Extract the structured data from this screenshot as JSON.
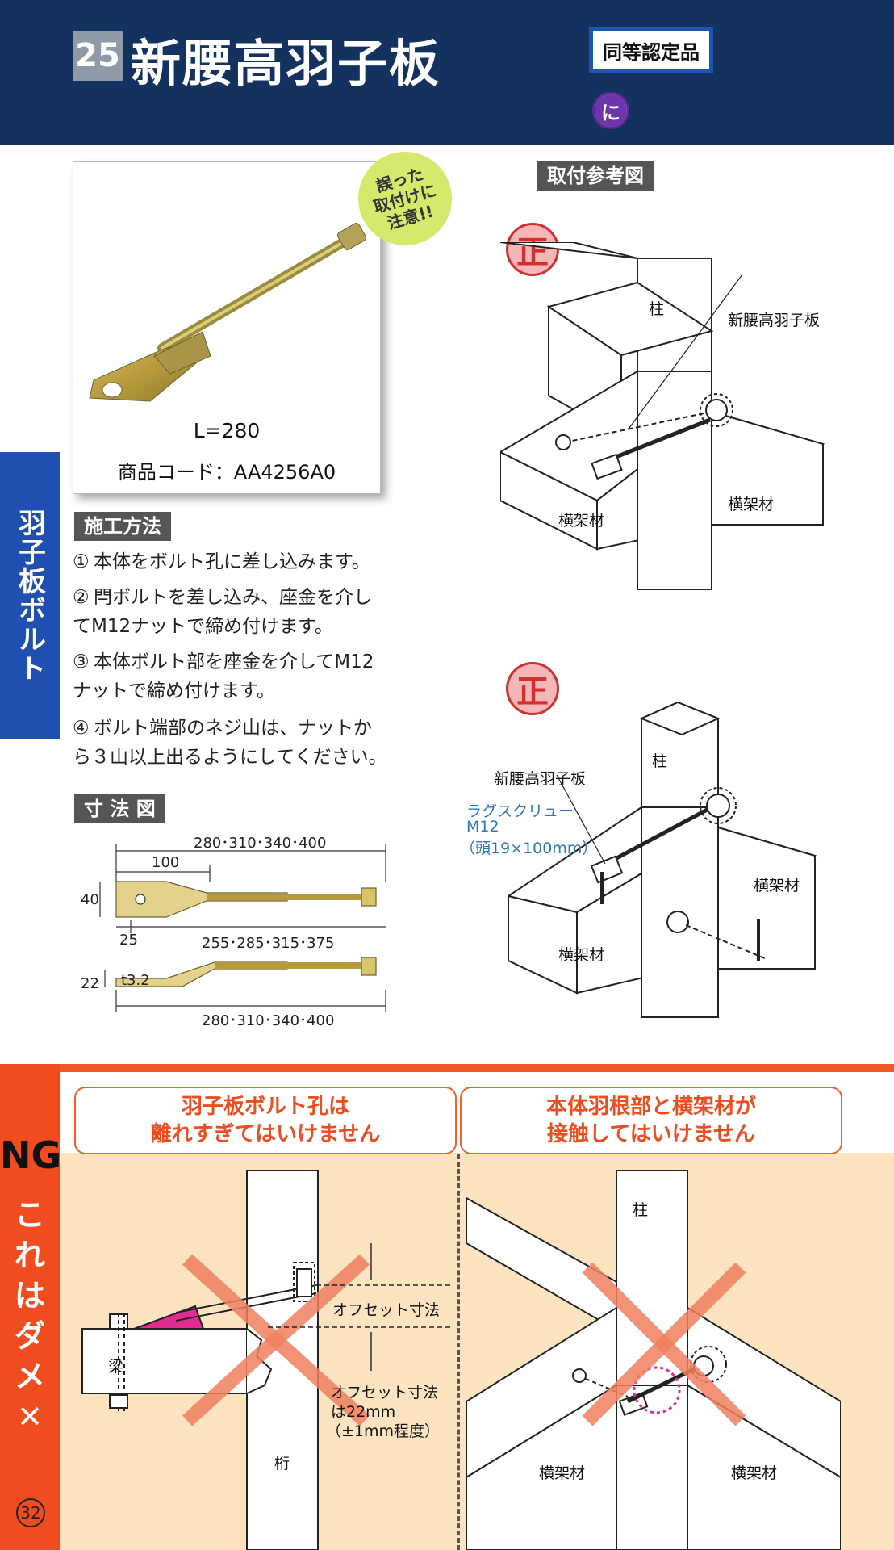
{
  "header": {
    "number": "25",
    "title": "新腰高羽子板",
    "cert_badge": "同等認定品",
    "ni_badge": "に"
  },
  "side_tab": "羽子板ボルト",
  "product": {
    "length": "L=280",
    "code": "商品コード：AA4256A0",
    "caution": [
      "誤った",
      "取付けに",
      "注意!!"
    ]
  },
  "install_ref": {
    "title": "取付参考図",
    "sei": "正",
    "diagram1": {
      "pillar": "柱",
      "product": "新腰高羽子板",
      "beam_left": "横架材",
      "beam_right": "横架材"
    },
    "diagram2": {
      "pillar": "柱",
      "product": "新腰高羽子板",
      "screw_line1": "ラグスクリュー",
      "screw_line2": "M12",
      "screw_line3": "（頭19×100mm）",
      "beam_left": "横架材",
      "beam_right": "横架材"
    }
  },
  "method": {
    "title": "施工方法",
    "steps": [
      {
        "n": "①",
        "text": "本体をボルト孔に差し込みます。"
      },
      {
        "n": "②",
        "text": "閂ボルトを差し込み、座金を介してM12ナットで締め付けます。"
      },
      {
        "n": "③",
        "text": "本体ボルト部を座金を介してM12ナットで締め付けます。"
      },
      {
        "n": "④",
        "text": "ボルト端部のネジ山は、ナットから３山以上出るようにしてください。"
      }
    ]
  },
  "dims": {
    "title": "寸 法 図",
    "top_total": "280･310･340･400",
    "hundred": "100",
    "forty": "40",
    "twentyfive": "25",
    "bolt_len": "255･285･315･375",
    "twentytwo": "22",
    "thickness": "t3.2",
    "bottom_total": "280･310･340･400"
  },
  "ng": {
    "label": "NG",
    "vertical": [
      "こ",
      "れ",
      "は",
      "ダ",
      "メ",
      "✕"
    ],
    "box1": [
      "羽子板ボルト孔は",
      "離れすぎてはいけません"
    ],
    "box2": [
      "本体羽根部と横架材が",
      "接触してはいけません"
    ],
    "left": {
      "offset": "オフセット寸法",
      "offset2_line1": "オフセット寸法",
      "offset2_line2": "は22mm",
      "offset2_line3": "（±1mm程度）",
      "hari": "梁",
      "keta": "桁"
    },
    "right": {
      "pillar": "柱",
      "beam_left": "横架材",
      "beam_right": "横架材"
    }
  },
  "page_number": "32",
  "colors": {
    "header_bg": "#14325f",
    "side_tab": "#1f4fb0",
    "ng_orange": "#ef4d1f",
    "ng_bg": "#fde4c0",
    "sei_red": "#d2302f"
  }
}
